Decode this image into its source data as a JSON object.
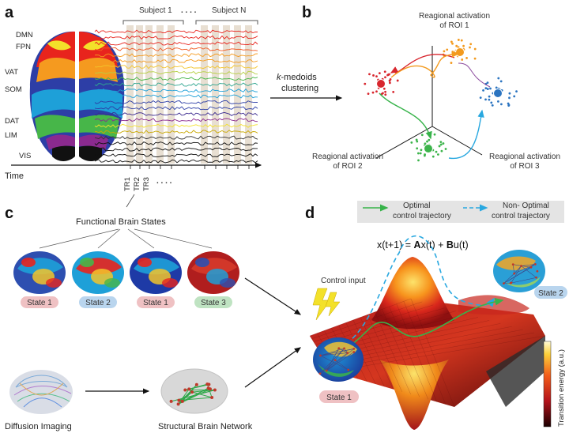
{
  "panels": {
    "a": {
      "label": "a",
      "networks": [
        "DMN",
        "FPN",
        "VAT",
        "SOM",
        "DAT",
        "LIM",
        "VIS"
      ],
      "subject_first": "Subject 1",
      "dots": ". . . .",
      "subject_last": "Subject N",
      "time_label": "Time",
      "trs": [
        "TR1",
        "TR2",
        "TR3"
      ],
      "tr_dots": ". . . ."
    },
    "b": {
      "label": "b",
      "method_italic": "k",
      "method_rest": "-medoids",
      "method_line2": "clustering",
      "axis1": [
        "Reagional activation",
        "of ROI 1"
      ],
      "axis2": [
        "Reagional activation",
        "of ROI 2"
      ],
      "axis3": [
        "Reagional activation",
        "of ROI 3"
      ]
    },
    "c": {
      "label": "c",
      "title": "Functional Brain States",
      "states": [
        "State 1",
        "State 2",
        "State 1",
        "State 3"
      ],
      "diffusion": "Diffusion Imaging",
      "structural": "Structural Brain Network"
    },
    "d": {
      "label": "d",
      "legend_optimal": [
        "Optimal",
        "control trajectory"
      ],
      "legend_nonoptimal": [
        "Non- Optimal",
        "control trajectory"
      ],
      "eq_x": "x(t+1) = ",
      "eq_A": "A",
      "eq_mid": "x(t) + ",
      "eq_B": "B",
      "eq_end": "u(t)",
      "control_input": "Control input",
      "state_start": "State 1",
      "state_end": "State 2",
      "colorbar_label": "Transition energy (a.u.)"
    }
  },
  "colors": {
    "state1": "#efc1c3",
    "state2": "#b9d5ee",
    "state3": "#bfe3c2",
    "cluster_red": "#d8262e",
    "cluster_orange": "#f39a1e",
    "cluster_blue": "#2b74c0",
    "cluster_green": "#3cb44b",
    "optimal": "#37b34a",
    "nonoptimal": "#29a8e0"
  }
}
